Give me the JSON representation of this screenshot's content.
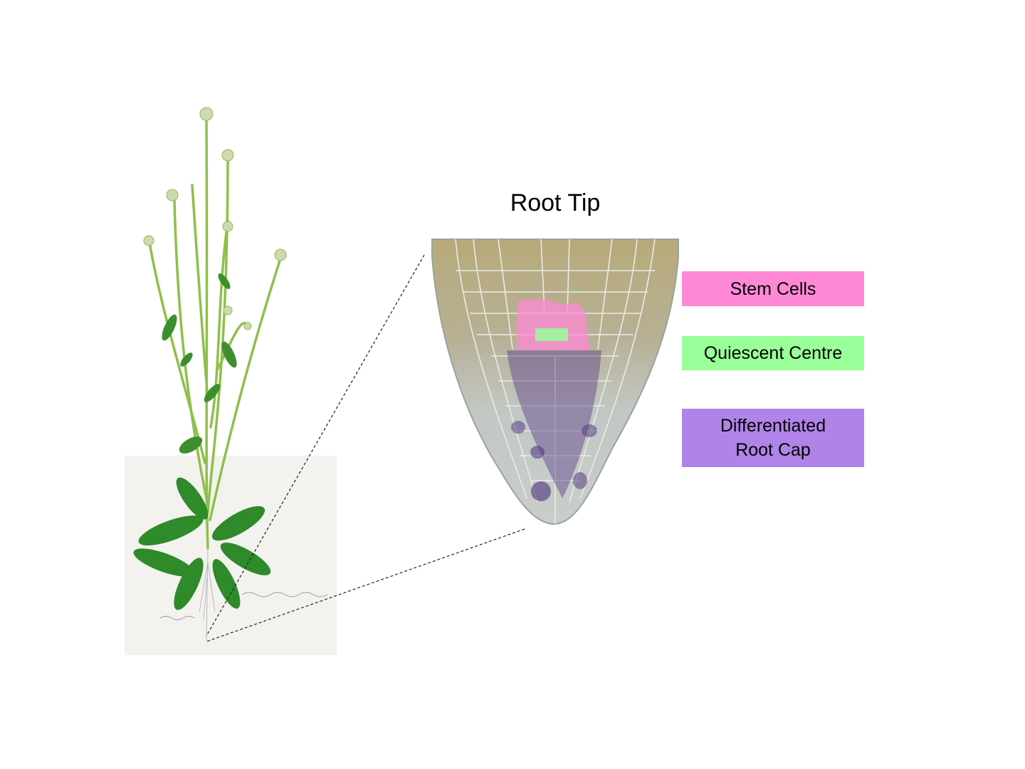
{
  "diagram": {
    "title": "Root Tip",
    "legend": [
      {
        "id": "stem",
        "label": "Stem Cells",
        "color": "#ff88d6"
      },
      {
        "id": "qc",
        "label": "Quiescent Centre",
        "color": "#99ff99"
      },
      {
        "id": "rootcap",
        "label": "Differentiated Root Cap",
        "color": "#b083e8"
      }
    ],
    "colors": {
      "plant_stem": "#8fbf4a",
      "leaf": "#2f8a2a",
      "root_tip_background": "#bfc6c0",
      "root_tip_upper": "#b8aa7c",
      "root_cap_stain": "#4b2e7a"
    }
  }
}
